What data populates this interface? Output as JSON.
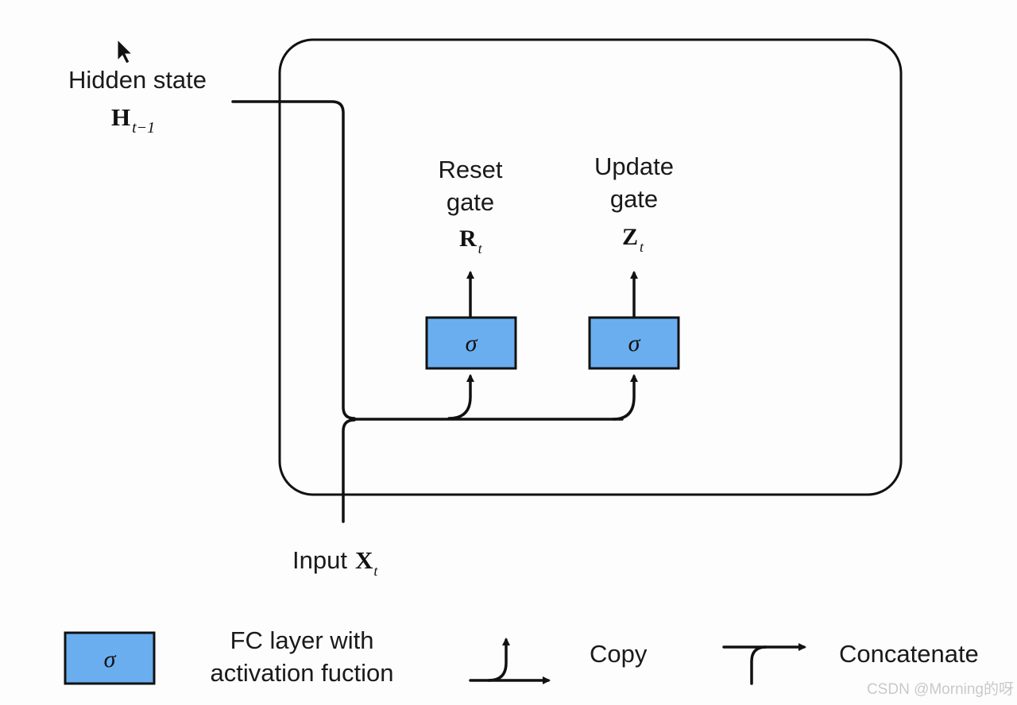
{
  "diagram": {
    "hidden_state": {
      "label": "Hidden state",
      "symbol": "H",
      "subscript": "t−1"
    },
    "input": {
      "label": "Input",
      "symbol": "X",
      "subscript": "t"
    },
    "reset_gate": {
      "line1": "Reset",
      "line2": "gate",
      "symbol": "R",
      "subscript": "t",
      "activation": "σ"
    },
    "update_gate": {
      "line1": "Update",
      "line2": "gate",
      "symbol": "Z",
      "subscript": "t",
      "activation": "σ"
    }
  },
  "legend": {
    "fc_symbol": "σ",
    "fc_line1": "FC layer with",
    "fc_line2": "activation fuction",
    "copy_label": "Copy",
    "concat_label": "Concatenate"
  },
  "watermark": "CSDN @Morning的呀",
  "colors": {
    "gate_fill": "#6aaef0",
    "line": "#111111"
  },
  "icons": [
    "cursor-icon"
  ]
}
